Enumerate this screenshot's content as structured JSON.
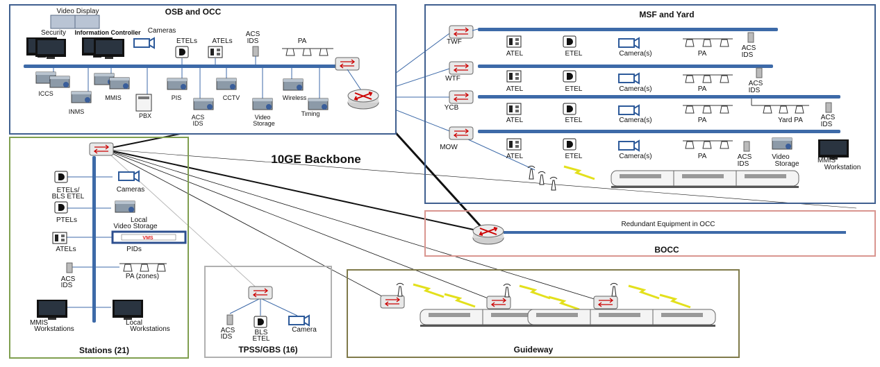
{
  "colors": {
    "blue_box": "#3f5f8f",
    "green_box": "#7f9f4f",
    "olive_box": "#7f7a4a",
    "gray_box": "#b0b0b0",
    "red_box": "#d9958f",
    "bus": "#3d6aa8",
    "lightning": "#e3e01c",
    "vms_text": "#e02020"
  },
  "icons": [
    "switch-icon",
    "router-icon",
    "server-icon",
    "monitor-icon",
    "camera-icon",
    "etel-icon",
    "atel-icon",
    "speaker-icon",
    "sensor-icon",
    "antenna-icon",
    "train-icon",
    "lightning-icon"
  ],
  "osb": {
    "title": "OSB and OCC",
    "video_display": "Video Display",
    "security": "Security",
    "information_controller": "Information Controller",
    "cameras": "Cameras",
    "etels": "ETELs",
    "atels": "ATELs",
    "acs_ids_1": "ACS",
    "acs_ids_2": "IDS",
    "pa": "PA",
    "iccs": "ICCS",
    "mmis": "MMIS",
    "inms": "INMS",
    "pbx": "PBX",
    "pis": "PIS",
    "cctv": "CCTV",
    "acs2_1": "ACS",
    "acs2_2": "IDS",
    "video_storage_1": "Video",
    "video_storage_2": "Storage",
    "wireless": "Wireless",
    "timing": "Timing"
  },
  "backbone": {
    "label": "10GE Backbone"
  },
  "msf": {
    "title": "MSF and Yard",
    "rows": [
      {
        "node": "TWF",
        "atel": "ATEL",
        "etel": "ETEL",
        "camera": "Camera(s)",
        "pa": "PA",
        "acs1": "ACS",
        "acs2": "IDS"
      },
      {
        "node": "WTF",
        "atel": "ATEL",
        "etel": "ETEL",
        "camera": "Camera(s)",
        "pa": "PA",
        "acs1": "ACS",
        "acs2": "IDS"
      },
      {
        "node": "YCB",
        "atel": "ATEL",
        "etel": "ETEL",
        "camera": "Camera(s)",
        "pa": "PA",
        "acs1": "ACS",
        "acs2": "IDS"
      },
      {
        "node": "MOW",
        "atel": "ATEL",
        "etel": "ETEL",
        "camera": "Camera(s)",
        "pa": "PA",
        "acs1": "ACS",
        "acs2": "IDS"
      }
    ],
    "yard_pa": "Yard PA",
    "video_storage_1": "Video",
    "video_storage_2": "Storage",
    "mmis_1": "MMIS",
    "mmis_2": "Workstation"
  },
  "bocc": {
    "title": "BOCC",
    "redundant": "Redundant Equipment in OCC"
  },
  "stations": {
    "title": "Stations (21)",
    "etels_1": "ETELs/",
    "etels_2": "BLS ETEL",
    "cameras": "Cameras",
    "ptels": "PTELs",
    "local_storage_1": "Local",
    "local_storage_2": "Video Storage",
    "atels": "ATELs",
    "vms": "VMS",
    "pids": "PIDs",
    "acs_1": "ACS",
    "acs_2": "IDS",
    "pa_zones": "PA (zones)",
    "mmis_1": "MMIS",
    "mmis_2": "Workstations",
    "local_ws_1": "Local",
    "local_ws_2": "Workstations"
  },
  "tpss": {
    "title": "TPSS/GBS (16)",
    "acs_1": "ACS",
    "acs_2": "IDS",
    "bls_1": "BLS",
    "bls_2": "ETEL",
    "camera": "Camera"
  },
  "guideway": {
    "title": "Guideway"
  }
}
